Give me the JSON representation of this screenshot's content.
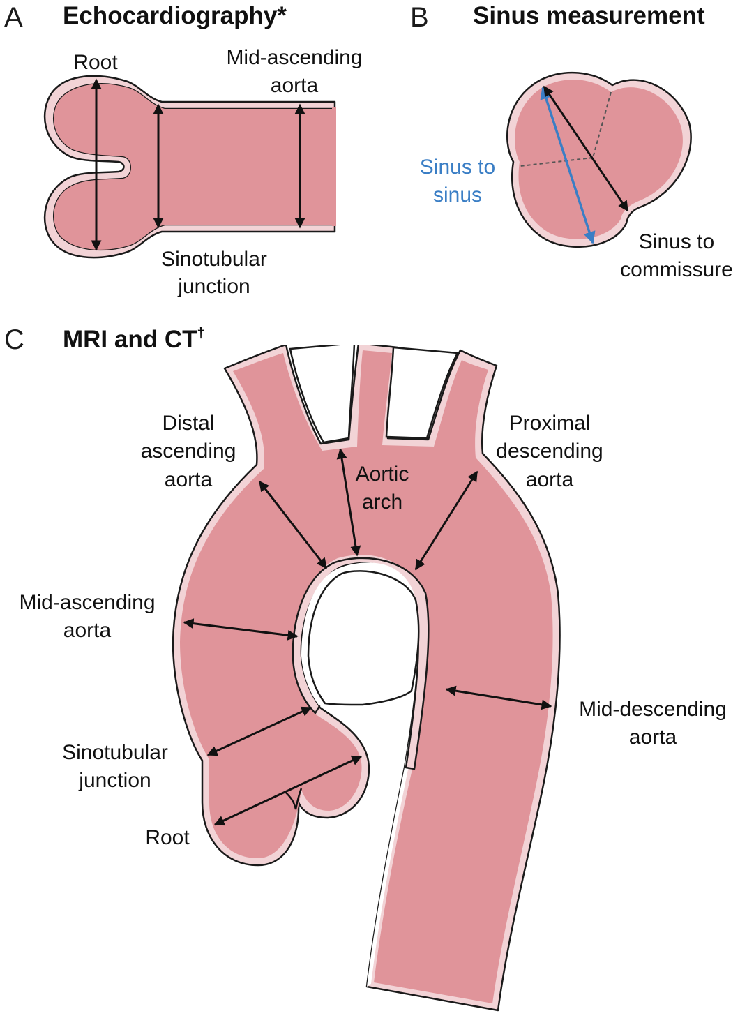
{
  "panels": {
    "a": {
      "letter": "A",
      "title": "Echocardiography*",
      "labels": {
        "root": "Root",
        "mid_ascending_line1": "Mid-ascending",
        "mid_ascending_line2": "aorta",
        "sinotubular_line1": "Sinotubular",
        "sinotubular_line2": "junction"
      }
    },
    "b": {
      "letter": "B",
      "title": "Sinus measurement",
      "labels": {
        "sinus_to_sinus_line1": "Sinus to",
        "sinus_to_sinus_line2": "sinus",
        "sinus_to_commissure_line1": "Sinus to",
        "sinus_to_commissure_line2": "commissure"
      }
    },
    "c": {
      "letter": "C",
      "title": "MRI and CT",
      "title_sup": "†",
      "labels": {
        "distal_line1": "Distal",
        "distal_line2": "ascending",
        "distal_line3": "aorta",
        "arch_line1": "Aortic",
        "arch_line2": "arch",
        "proximal_line1": "Proximal",
        "proximal_line2": "descending",
        "proximal_line3": "aorta",
        "mid_ascending_line1": "Mid-ascending",
        "mid_ascending_line2": "aorta",
        "mid_descending_line1": "Mid-descending",
        "mid_descending_line2": "aorta",
        "sinotubular_line1": "Sinotubular",
        "sinotubular_line2": "junction",
        "root": "Root"
      }
    }
  },
  "colors": {
    "lumen": "#e0949a",
    "wall": "#f2d3d6",
    "outline": "#1a1a1a",
    "blue_arrow": "#3a7ec5"
  }
}
